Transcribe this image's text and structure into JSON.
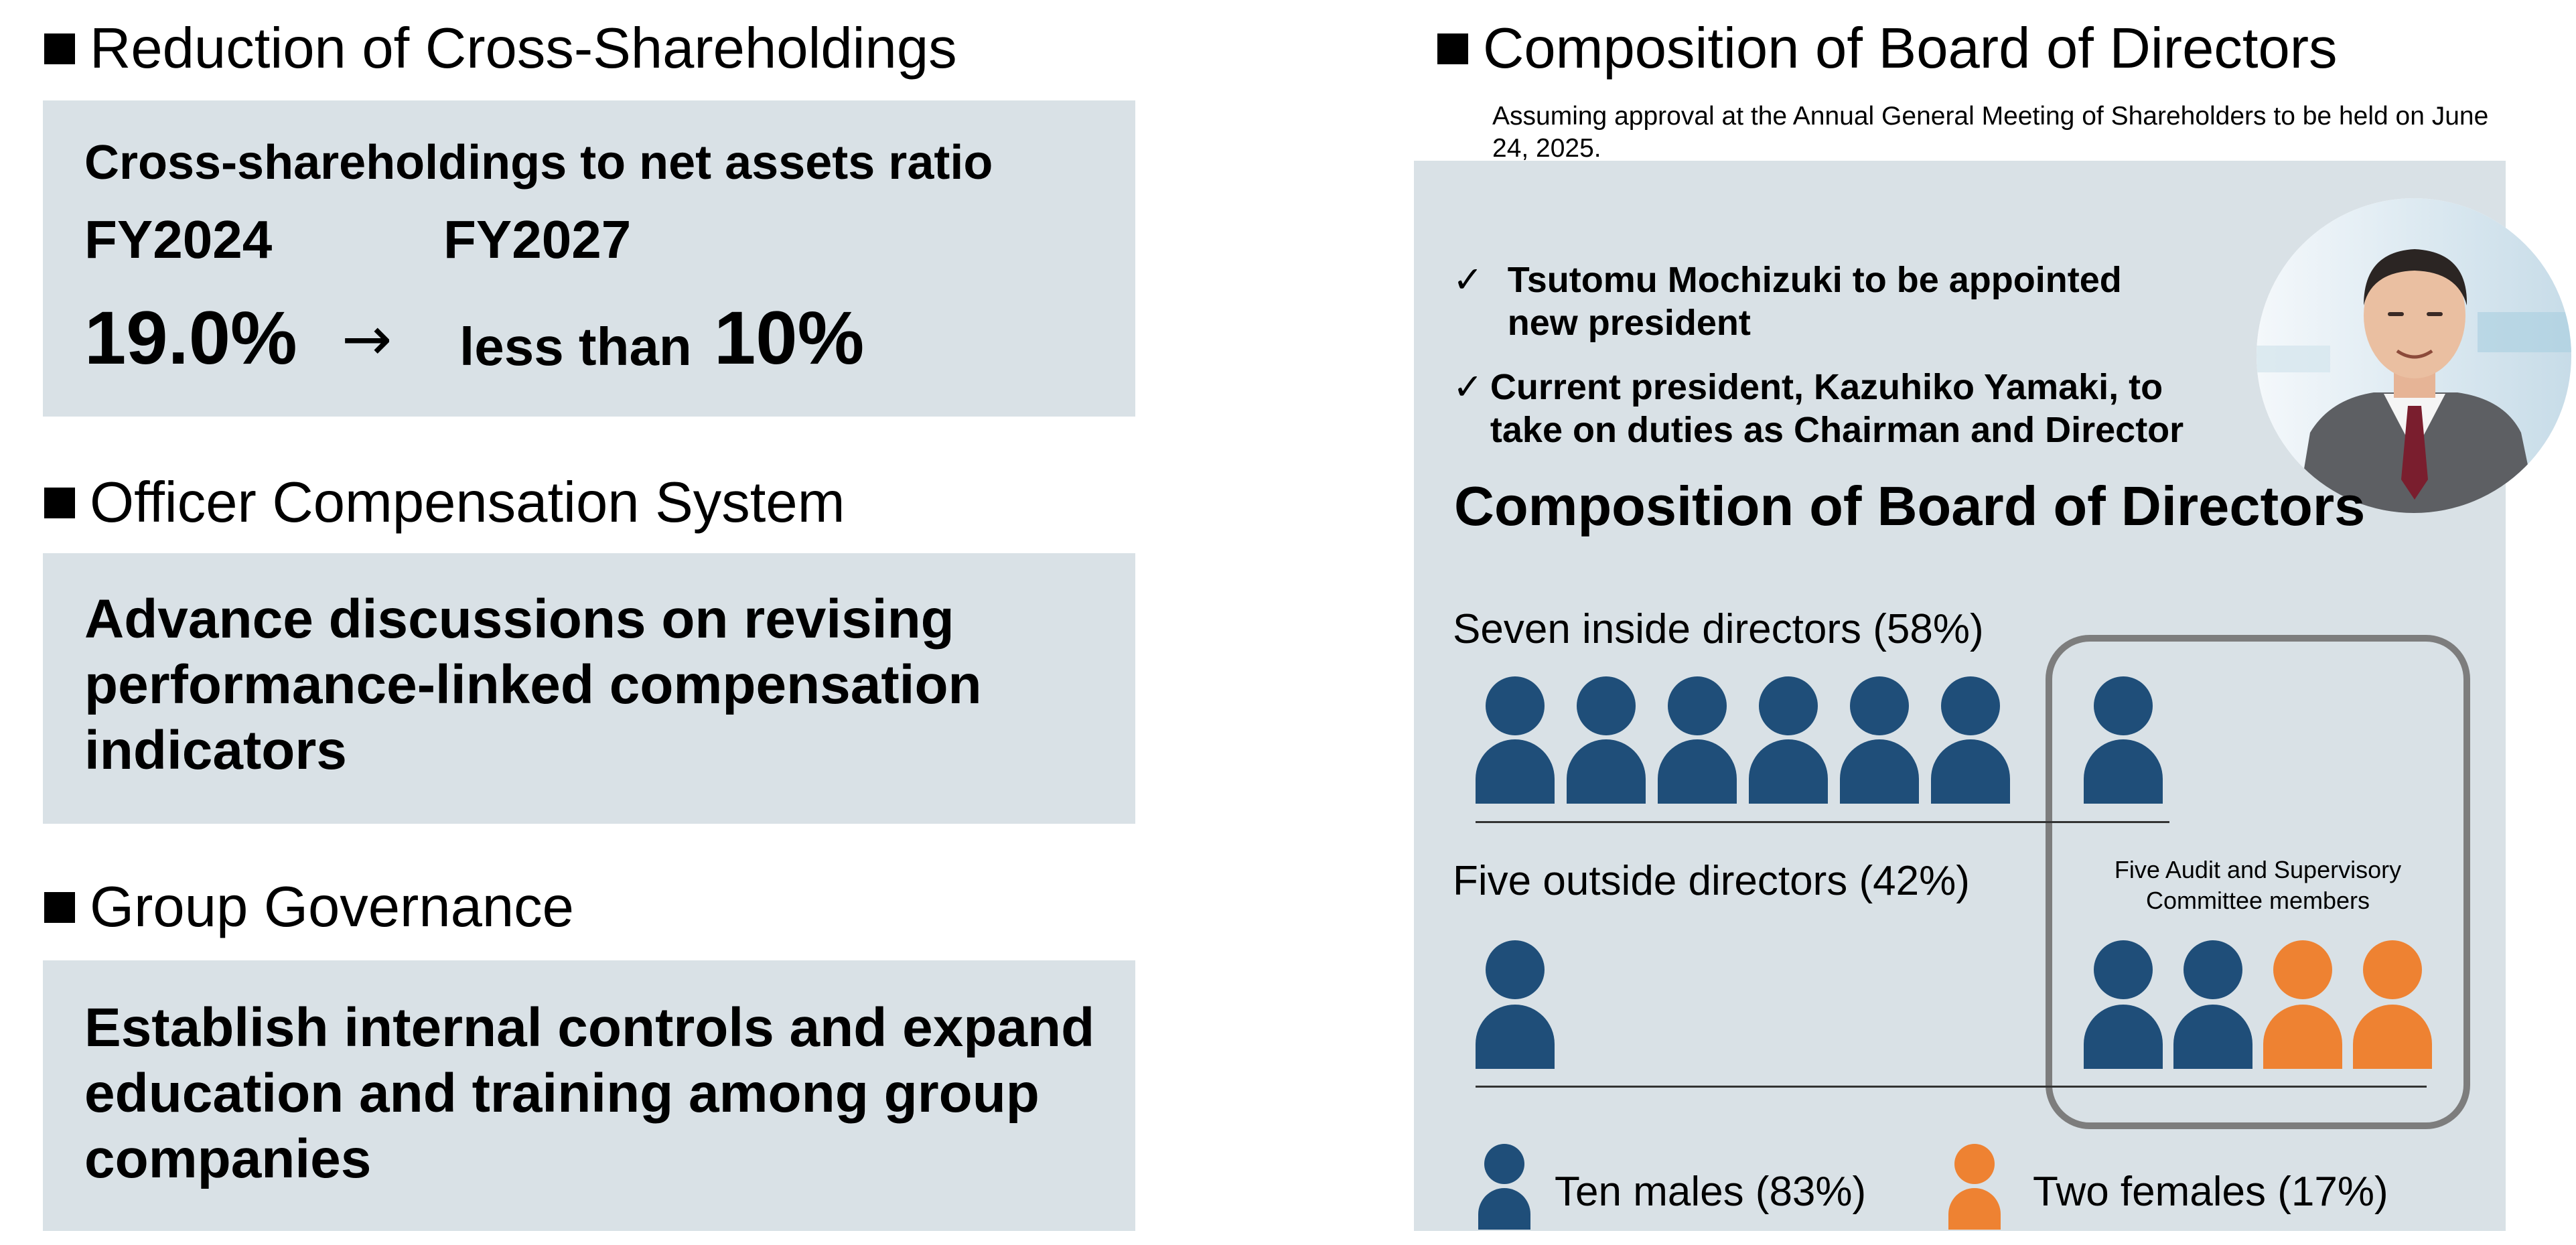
{
  "sections": {
    "cross": {
      "heading": "Reduction of Cross-Shareholdings",
      "metric_label": "Cross-shareholdings to net assets ratio",
      "from_year": "FY2024",
      "to_year": "FY2027",
      "from_value": "19.0%",
      "arrow": "→",
      "to_prefix": "less than",
      "to_value": "10%"
    },
    "compensation": {
      "heading": "Officer Compensation System",
      "body": "Advance discussions on revising performance-linked compensation indicators"
    },
    "governance": {
      "heading": "Group Governance",
      "body": "Establish internal controls and expand education and training among group companies"
    }
  },
  "board": {
    "heading": "Composition of Board of Directors",
    "note": "Assuming approval at the Annual General Meeting of Shareholders to be held on June 24, 2025.",
    "check_mark": "✓",
    "bullets": [
      "Tsutomu Mochizuki to be appointed new president",
      "Current president, Kazuhiko Yamaki, to take on duties as Chairman and Director"
    ],
    "panel_title": "Composition of Board of Directors",
    "inside_label": "Seven inside directors (58%)",
    "outside_label": "Five outside directors (42%)",
    "audit_label": "Five Audit and Supervisory Committee members",
    "legend_male": "Ten males (83%)",
    "legend_female": "Two females (17%)",
    "colors": {
      "male": "#1f4e79",
      "female": "#ee8232",
      "panel": "#d9e1e6"
    }
  }
}
